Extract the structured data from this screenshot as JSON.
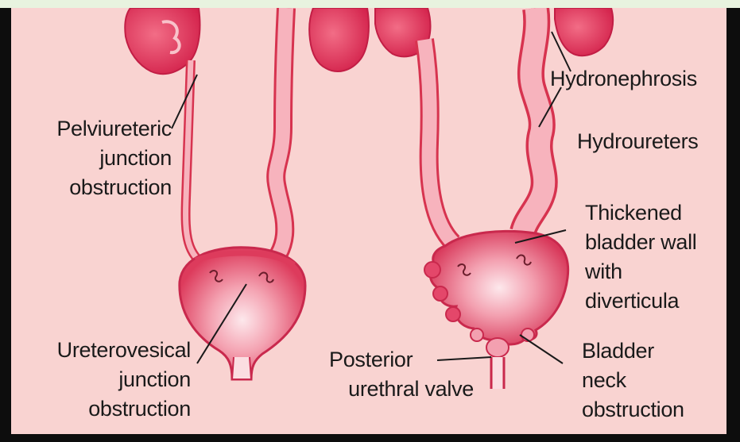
{
  "labels": {
    "pelviureteric": [
      "Pelviureteric",
      "junction",
      "obstruction"
    ],
    "ureterovesical": [
      "Ureterovesical",
      "junction",
      "obstruction"
    ],
    "hydronephrosis": "Hydronephrosis",
    "hydroureters": "Hydroureters",
    "thickened": [
      "Thickened",
      "bladder wall",
      "with",
      "diverticula"
    ],
    "posterior_valve": [
      "Posterior",
      "urethral valve"
    ],
    "bladder_neck": [
      "Bladder",
      "neck",
      "obstruction"
    ]
  },
  "colors": {
    "background": "#f9d3d1",
    "frame": "#0d0d0d",
    "outer_margin": "#e8f3df",
    "kidney": "#e8375a",
    "kidney_dark": "#c21e45",
    "tube": "#f7b3bd",
    "tube_outline": "#d7334f",
    "bladder_center": "#fde8ec",
    "bladder_edge": "#dd3b5c"
  }
}
